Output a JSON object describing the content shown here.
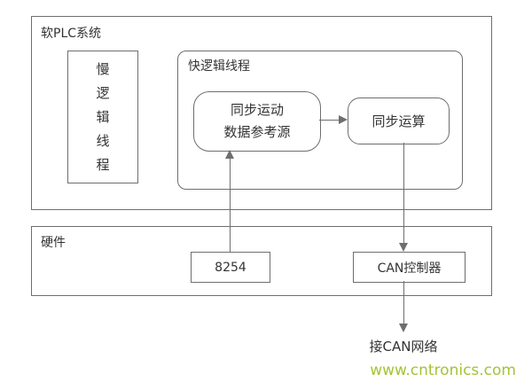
{
  "colors": {
    "line": "#6e6e6e",
    "text": "#333333",
    "watermark": "#a3c437",
    "bg": "#ffffff"
  },
  "soft_plc": {
    "label": "软PLC系统",
    "slow_thread": {
      "chars": [
        "慢",
        "逻",
        "辑",
        "线",
        "程"
      ]
    },
    "fast_thread": {
      "label": "快逻辑线程",
      "sync_source_line1": "同步运动",
      "sync_source_line2": "数据参考源",
      "sync_calc": "同步运算"
    }
  },
  "hardware": {
    "label": "硬件",
    "timer": "8254",
    "can_controller": "CAN控制器"
  },
  "footer": {
    "can_network": "接CAN网络",
    "watermark": "www.cntronics.com"
  }
}
